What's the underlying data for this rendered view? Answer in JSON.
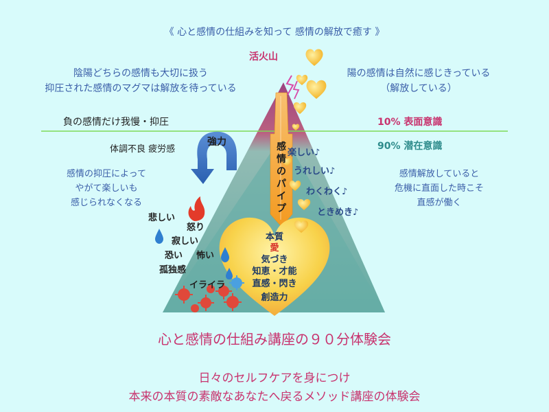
{
  "header": {
    "title": "《 心と感情の仕組みを知って 感情の解放で癒す 》"
  },
  "left": {
    "top_line1": "陰陽どちらの感情も大切に扱う",
    "top_line2": "抑圧された感情のマグマは解放を待っている",
    "burden": "負の感情だけ我慢・抑圧",
    "fatigue": "体調不良 疲労感",
    "strong": "強力",
    "suppress_line1": "感情の抑圧によって",
    "suppress_line2": "やがて楽しいも",
    "suppress_line3": "感じられなくなる"
  },
  "right": {
    "top_line1": "陽の感情は自然に感じきっている",
    "top_line2": "（解放している）",
    "surface": "10% 表面意識",
    "latent": "90% 潜在意識",
    "release_line1": "感情解放していると",
    "release_line2": "危機に直面した時こそ",
    "release_line3": "直感が働く"
  },
  "volcano": {
    "label": "活火山"
  },
  "pipe": {
    "label": "感情のパイプ"
  },
  "positive": [
    "楽しい♪",
    "うれしい♪",
    "わくわく♪",
    "ときめき♪"
  ],
  "negative": {
    "sad": "悲しい",
    "anger": "怒り",
    "lonely": "寂しい",
    "fear": "恐い",
    "scary": "怖い",
    "isolation": "孤独感",
    "irritation": "イライラ"
  },
  "core": {
    "title": "本質",
    "love": "愛",
    "items": [
      "気づき",
      "知恵・才能",
      "直感・閃き",
      "創造力"
    ]
  },
  "footer": {
    "headline": "心と感情の仕組み講座の９０分体験会",
    "line1": "日々のセルフケアを身につけ",
    "line2": "本来の本質の素敵なあなたへ戻るメソッド講座の体験会"
  },
  "colors": {
    "background": "#d8fbfb",
    "text_blue": "#3a5ea8",
    "accent_pink": "#c8336e",
    "teal": "#2f8c8c",
    "divider": "#7ed957",
    "pyramid_base": "#5fa8a0",
    "pipe": "#f5a623",
    "heart": "#f5c842"
  }
}
